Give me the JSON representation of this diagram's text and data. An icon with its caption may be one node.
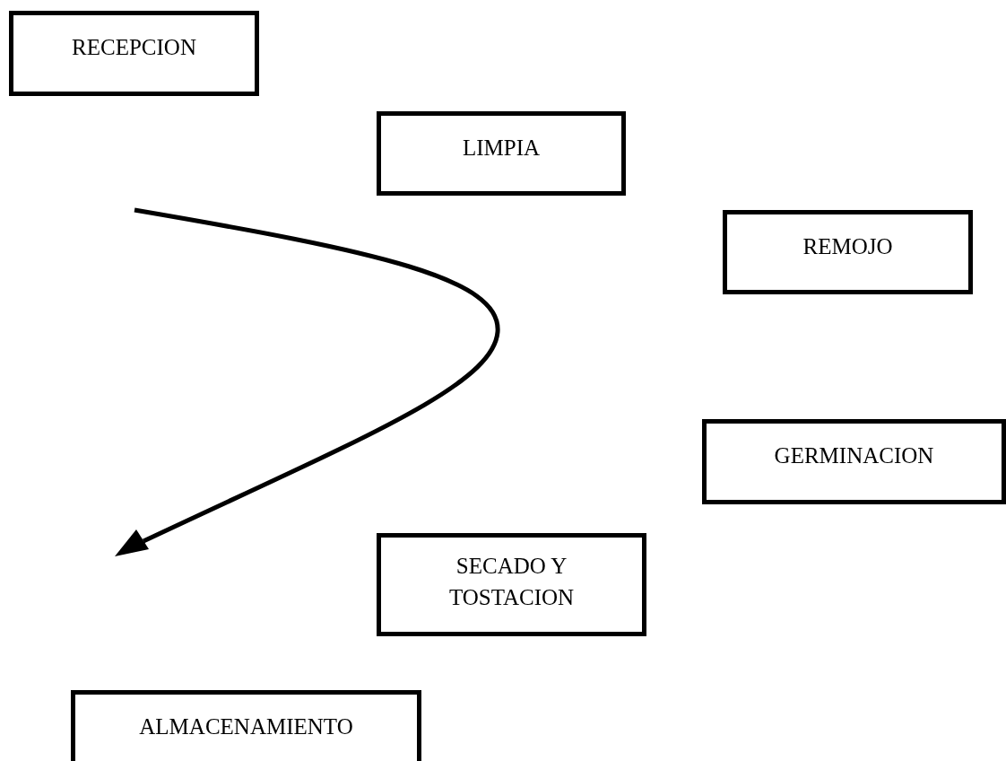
{
  "diagram": {
    "nodes": [
      {
        "text": [
          "RECEPCION"
        ]
      },
      {
        "text": [
          "LIMPIA"
        ]
      },
      {
        "text": [
          "REMOJO"
        ]
      },
      {
        "text": [
          "GERMINACION"
        ]
      },
      {
        "text": [
          "SECADO Y TOSTACION"
        ]
      },
      {
        "text": [
          "ALMACENAMIENTO"
        ]
      }
    ]
  }
}
